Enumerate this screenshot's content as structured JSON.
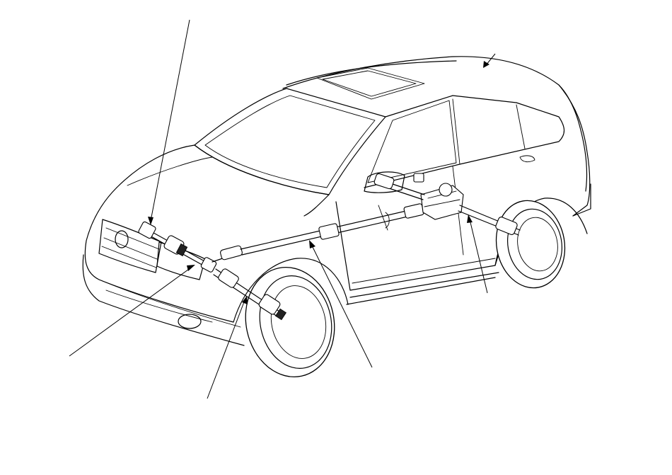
{
  "diagram": {
    "subject": "vehicle-drivetrain-cutaway",
    "colors": {
      "line": "#000000",
      "background": "#ffffff"
    },
    "callouts": [
      {
        "id": "front-left-driveshaft-outboard-joint"
      },
      {
        "id": "roof-area"
      },
      {
        "id": "front-intermediate-shaft"
      },
      {
        "id": "front-right-driveshaft"
      },
      {
        "id": "propeller-shaft"
      },
      {
        "id": "rear-differential"
      }
    ]
  }
}
